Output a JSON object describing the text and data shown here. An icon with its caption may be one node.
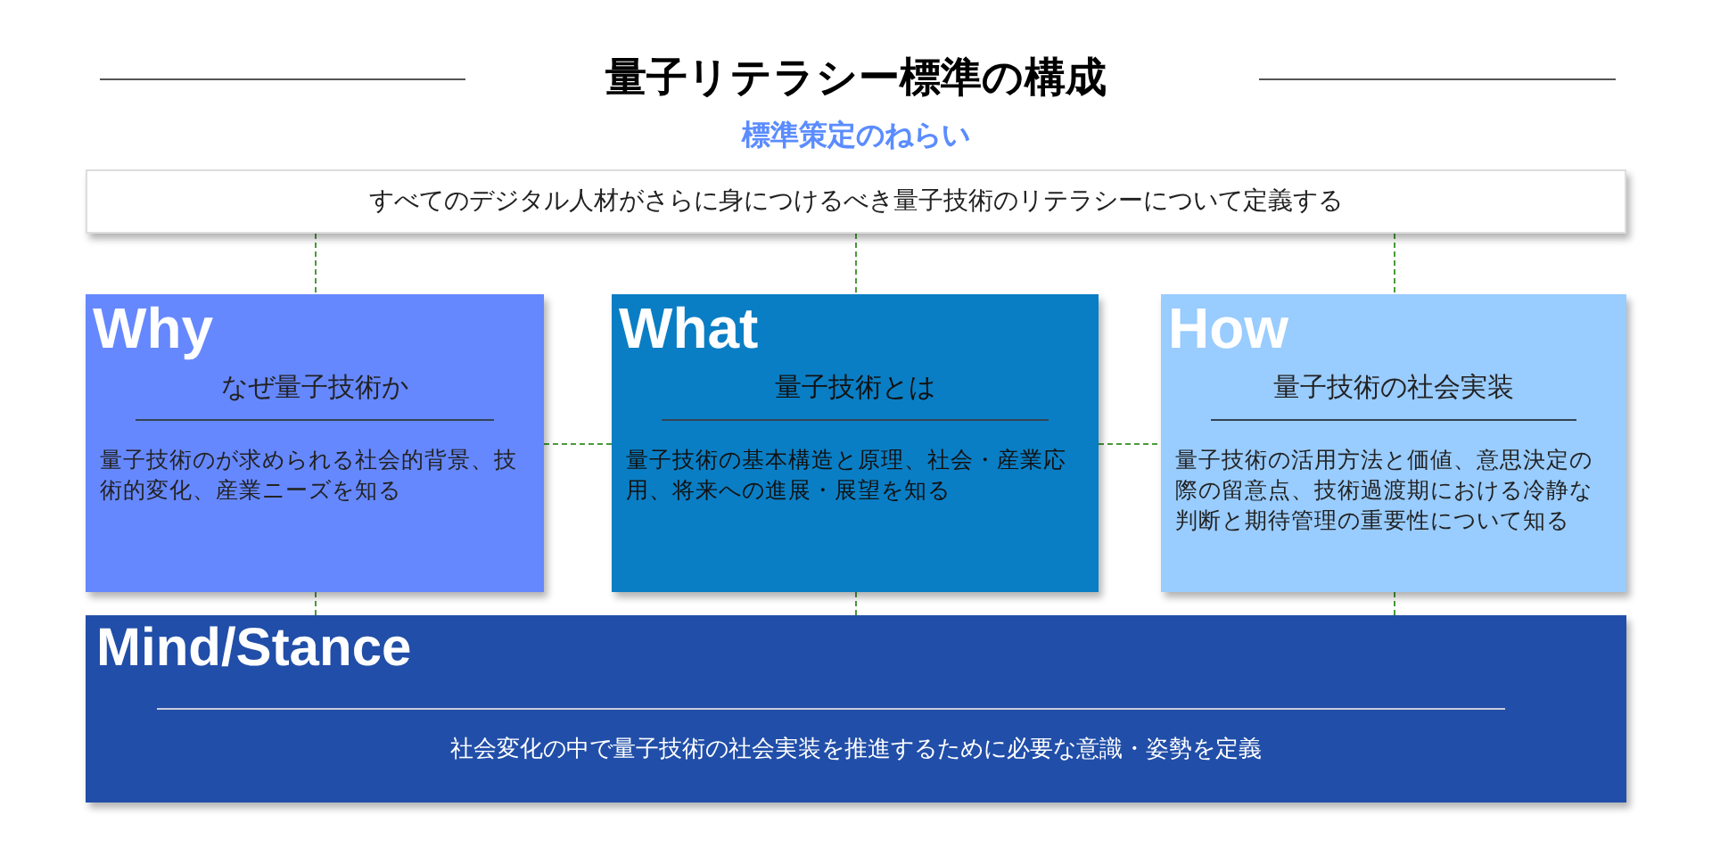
{
  "diagram": {
    "title": "量子リテラシー標準の構成",
    "nodes": [
      {
        "text": [
          "標準策定のねらい",
          "すべてのデジタル人材がさらに身につけるべき量子技術のリテラシーについて定義する"
        ]
      },
      {
        "text": [
          "Why",
          "なぜ量子技術か",
          "量子技術のが求められる社会的背景、技術的変化、産業ニーズを知る"
        ]
      },
      {
        "text": [
          "What",
          "量子技術とは",
          "量子技術の基本構造と原理、社会・産業応用、将来への進展・展望を知る"
        ]
      },
      {
        "text": [
          "How",
          "量子技術の社会実装",
          "量子技術の活用方法と価値、意思決定の際の留意点、技術過渡期における冷静な判断と期待管理の重要性について知る"
        ]
      },
      {
        "text": [
          "Mind/Stance",
          "社会変化の中で量子技術の社会実装を推進するために必要な意識・姿勢を定義"
        ]
      }
    ],
    "edges": [
      {
        "from": 0,
        "to": 1,
        "arrow": "none",
        "style": "dashed"
      },
      {
        "from": 0,
        "to": 2,
        "arrow": "none",
        "style": "dashed"
      },
      {
        "from": 0,
        "to": 3,
        "arrow": "none",
        "style": "dashed"
      },
      {
        "from": 1,
        "to": 2,
        "arrow": "none",
        "style": "dashed"
      },
      {
        "from": 2,
        "to": 3,
        "arrow": "none",
        "style": "dashed"
      },
      {
        "from": 1,
        "to": 4,
        "arrow": "none",
        "style": "dashed"
      },
      {
        "from": 2,
        "to": 4,
        "arrow": "none",
        "style": "dashed"
      },
      {
        "from": 3,
        "to": 4,
        "arrow": "none",
        "style": "dashed"
      }
    ]
  }
}
